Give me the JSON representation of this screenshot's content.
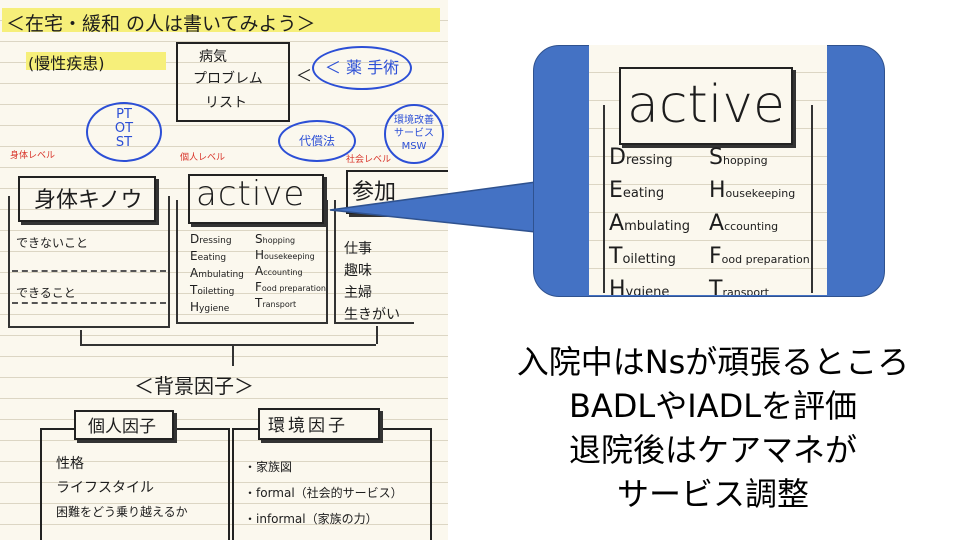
{
  "notes": {
    "title": "＜在宅・緩和 の人は書いてみよう＞",
    "subtitle": "(慢性疾患)",
    "problem_box": [
      "病気",
      "プロブレム",
      "リスト"
    ],
    "bubble_drug": "＜ 薬 手術",
    "bubble_therapy": [
      "PT",
      "OT",
      "ST"
    ],
    "bubble_compensation": "代償法",
    "bubble_env": [
      "環境改善",
      "サービス",
      "MSW"
    ],
    "level_body": "身体レベル",
    "level_individual": "個人レベル",
    "level_social": "社会レベル",
    "body_box": "身体キノウ",
    "active_box": "active",
    "participation_box": "参加",
    "cannot": "できないこと",
    "can": "できること",
    "adl_left": [
      {
        "initial": "D",
        "rest": "ressing"
      },
      {
        "initial": "E",
        "rest": "eating"
      },
      {
        "initial": "A",
        "rest": "mbulating"
      },
      {
        "initial": "T",
        "rest": "oiletting"
      },
      {
        "initial": "H",
        "rest": "ygiene"
      }
    ],
    "adl_right": [
      {
        "initial": "S",
        "rest": "hopping"
      },
      {
        "initial": "H",
        "rest": "ousekeeping"
      },
      {
        "initial": "A",
        "rest": "ccounting"
      },
      {
        "initial": "F",
        "rest": "ood preparation"
      },
      {
        "initial": "T",
        "rest": "ransport"
      }
    ],
    "participation_items": [
      "仕事",
      "趣味",
      "主婦",
      "生きがい"
    ],
    "background_title": "＜背景因子＞",
    "personal_factor_box": "個人因子",
    "personal_factor_items": [
      "性格",
      "ライフスタイル",
      "困難をどう乗り越えるか"
    ],
    "env_factor_box": "環境因子",
    "env_factor_items": [
      "・家族図",
      "・formal（社会的サービス）",
      "・informal（家族の力）"
    ]
  },
  "zoom": {
    "word": "active",
    "left": [
      {
        "initial": "D",
        "rest": "ressing"
      },
      {
        "initial": "E",
        "rest": "eating"
      },
      {
        "initial": "A",
        "rest": "mbulating"
      },
      {
        "initial": "T",
        "rest": "oiletting"
      },
      {
        "initial": "H",
        "rest": "ygiene"
      }
    ],
    "right": [
      {
        "initial": "S",
        "rest": "hopping"
      },
      {
        "initial": "H",
        "rest": "ousekeeping"
      },
      {
        "initial": "A",
        "rest": "ccounting"
      },
      {
        "initial": "F",
        "rest": "ood preparation"
      },
      {
        "initial": "T",
        "rest": "ransport"
      }
    ]
  },
  "caption": [
    "入院中はNsが頑張るところ",
    "BADLやIADLを評価",
    "退院後はケアマネが",
    "サービス調整"
  ],
  "colors": {
    "callout": "#4472c4",
    "highlight": "#f6ef7a",
    "pen_blue": "#2c4fd6",
    "pen_red": "#d8342a"
  }
}
